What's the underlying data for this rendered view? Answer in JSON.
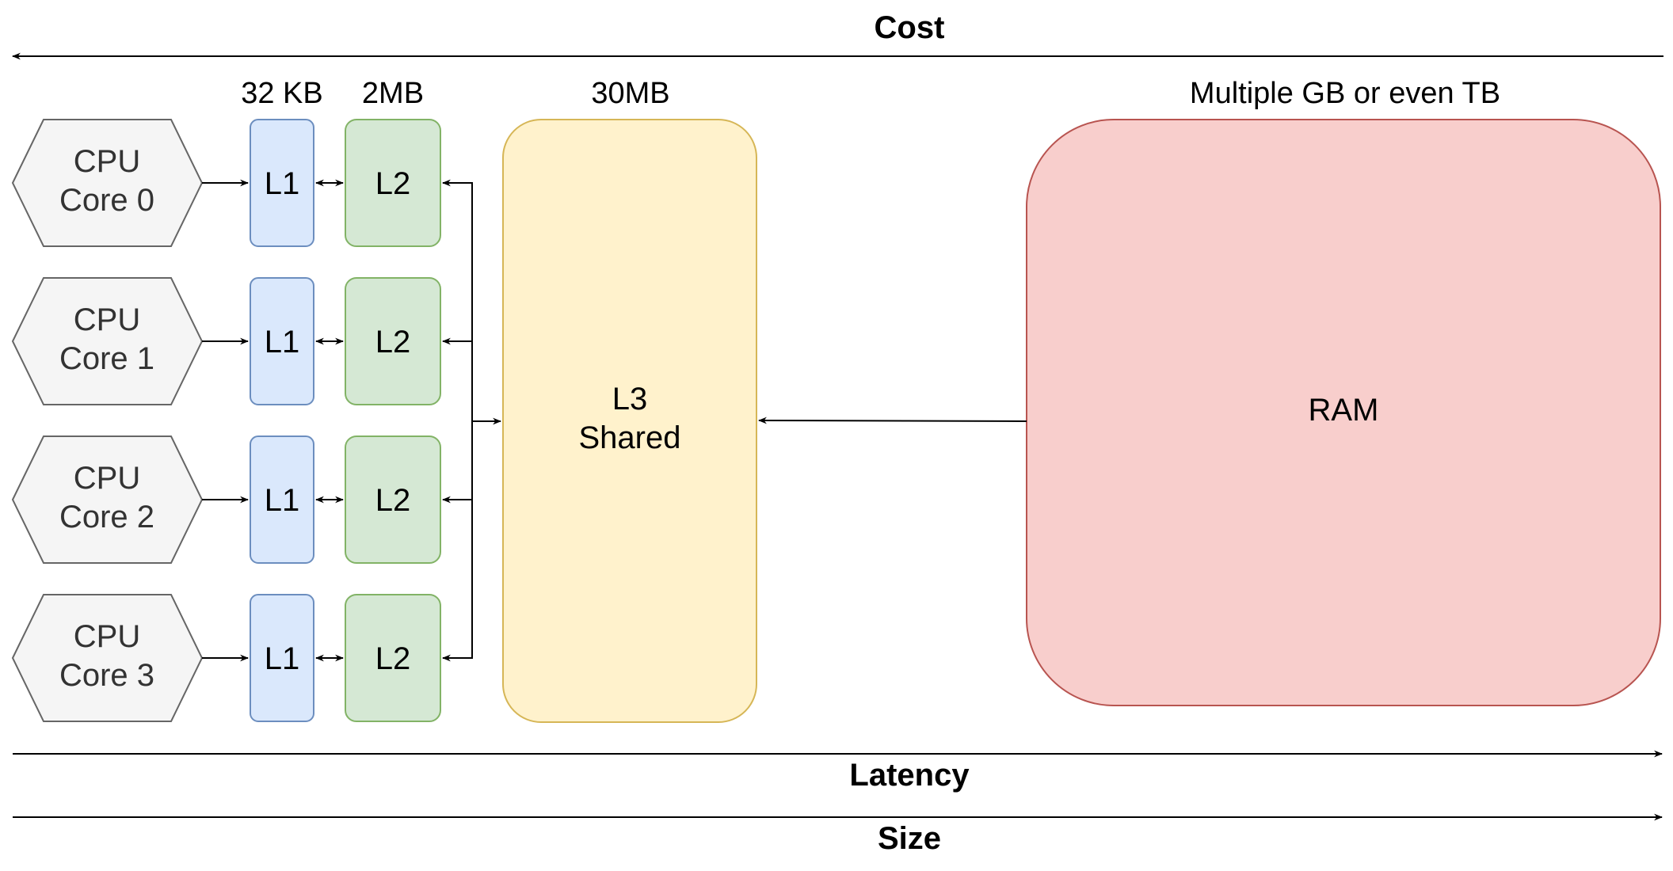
{
  "axes": {
    "cost": "Cost",
    "latency": "Latency",
    "size": "Size"
  },
  "size_labels": {
    "l1": "32 KB",
    "l2": "2MB",
    "l3": "30MB",
    "ram": "Multiple GB or even TB"
  },
  "cores": [
    {
      "line1": "CPU",
      "line2": "Core 0",
      "l1": "L1",
      "l2": "L2"
    },
    {
      "line1": "CPU",
      "line2": "Core 1",
      "l1": "L1",
      "l2": "L2"
    },
    {
      "line1": "CPU",
      "line2": "Core 2",
      "l1": "L1",
      "l2": "L2"
    },
    {
      "line1": "CPU",
      "line2": "Core 3",
      "l1": "L1",
      "l2": "L2"
    }
  ],
  "l3": {
    "line1": "L3",
    "line2": "Shared"
  },
  "ram": {
    "label": "RAM"
  },
  "colors": {
    "cpu_fill": "#f5f5f5",
    "cpu_stroke": "#666666",
    "l1_fill": "#dae8fc",
    "l1_stroke": "#6c8ebf",
    "l2_fill": "#d5e8d4",
    "l2_stroke": "#82b366",
    "l3_fill": "#fff2cc",
    "l3_stroke": "#d6b656",
    "ram_fill": "#f8cecc",
    "ram_stroke": "#b85450"
  }
}
